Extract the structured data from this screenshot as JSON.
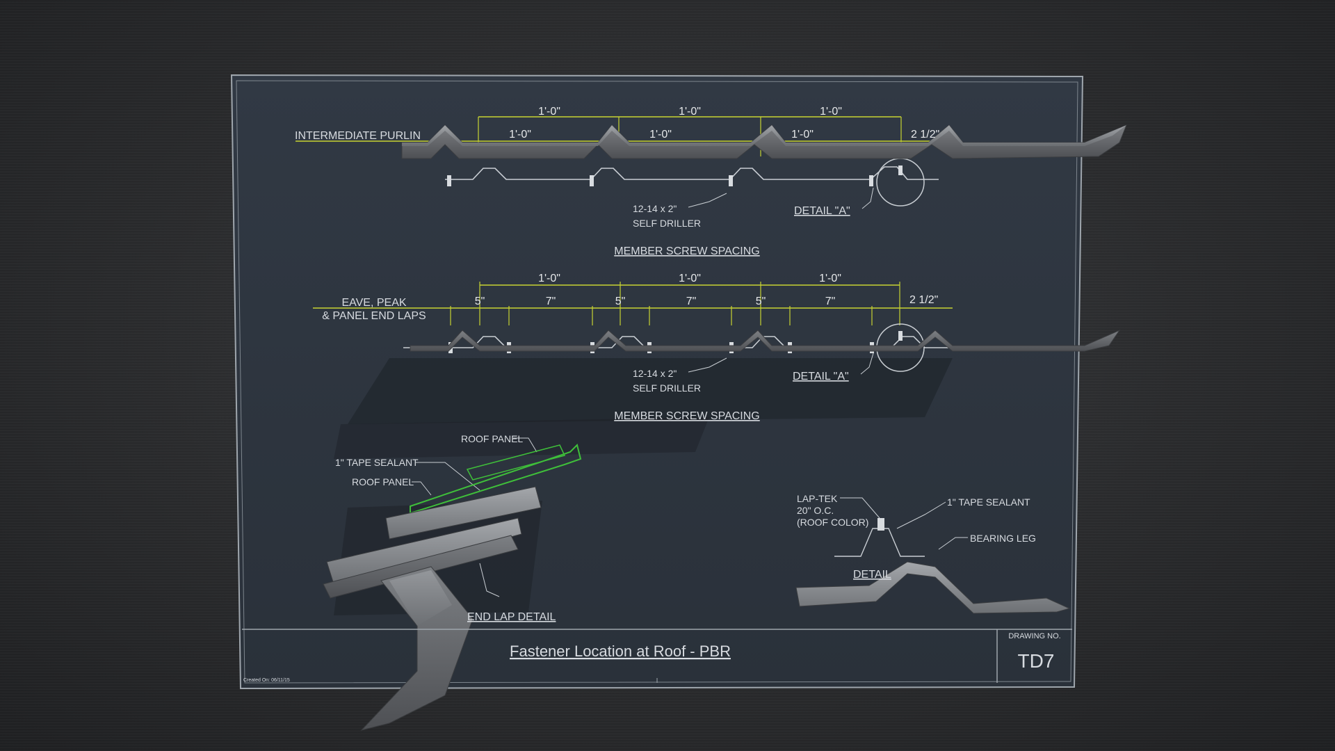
{
  "drawing": {
    "row1": {
      "label": "INTERMEDIATE PURLIN",
      "dims_top": [
        "1'-0\"",
        "1'-0\"",
        "1'-0\""
      ],
      "dims_inner": [
        "1'-0\"",
        "1'-0\"",
        "1'-0\""
      ],
      "edge_dim": "2 1/2\"",
      "screw_note_line1": "12-14 x 2\"",
      "screw_note_line2": "SELF DRILLER",
      "detail_label": "DETAIL \"A\"",
      "caption": "MEMBER SCREW SPACING"
    },
    "row2": {
      "label_line1": "EAVE, PEAK",
      "label_line2": "& PANEL END LAPS",
      "dims_top": [
        "1'-0\"",
        "1'-0\"",
        "1'-0\""
      ],
      "dims_inner": [
        "5\"",
        "7\"",
        "5\"",
        "7\"",
        "5\"",
        "7\""
      ],
      "edge_dim": "2 1/2\"",
      "screw_note_line1": "12-14 x 2\"",
      "screw_note_line2": "SELF DRILLER",
      "detail_label": "DETAIL \"A\"",
      "caption": "MEMBER SCREW SPACING"
    },
    "end_lap": {
      "roof_panel_top": "ROOF PANEL",
      "tape_sealant": "1\" TAPE SEALANT",
      "roof_panel": "ROOF PANEL",
      "caption": "END LAP DETAIL"
    },
    "detail_a": {
      "lap_tek_line1": "LAP-TEK",
      "lap_tek_line2": "20\" O.C.",
      "lap_tek_line3": "(ROOF COLOR)",
      "tape_sealant": "1\" TAPE SEALANT",
      "bearing_leg": "BEARING LEG",
      "caption": "DETAIL"
    },
    "title_block": {
      "title": "Fastener Location at Roof - PBR",
      "drawing_no_label": "DRAWING NO.",
      "drawing_no": "TD7",
      "created": "Created On: 06/11/15"
    }
  },
  "colors": {
    "sheet": "#2e3640",
    "line": "#c9ced3",
    "dimension": "#c8d432",
    "panel_green": "#3fbf3a",
    "steel": "#9a9da1"
  }
}
